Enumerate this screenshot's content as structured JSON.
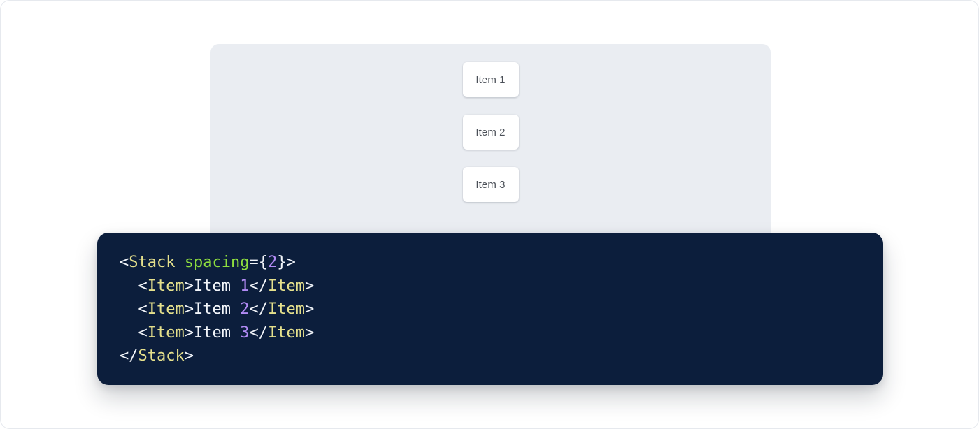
{
  "preview": {
    "panel_background": "#eaedf2",
    "items": [
      {
        "label": "Item 1"
      },
      {
        "label": "Item 2"
      },
      {
        "label": "Item 3"
      }
    ]
  },
  "code_panel": {
    "background": "#0c1e3c",
    "language": "jsx",
    "colors": {
      "tag": "#e5e08c",
      "attribute": "#8ede3f",
      "number": "#b28bf5",
      "punctuation": "#f2f5fa",
      "text": "#f2f5fa"
    },
    "lines": [
      {
        "indent": "",
        "tokens": [
          {
            "type": "punct",
            "text": "<"
          },
          {
            "type": "tag",
            "text": "Stack"
          },
          {
            "type": "text",
            "text": " "
          },
          {
            "type": "attr",
            "text": "spacing"
          },
          {
            "type": "punct",
            "text": "={"
          },
          {
            "type": "num",
            "text": "2"
          },
          {
            "type": "punct",
            "text": "}>"
          }
        ]
      },
      {
        "indent": "  ",
        "tokens": [
          {
            "type": "punct",
            "text": "<"
          },
          {
            "type": "tag",
            "text": "Item"
          },
          {
            "type": "punct",
            "text": ">"
          },
          {
            "type": "text",
            "text": "Item "
          },
          {
            "type": "num",
            "text": "1"
          },
          {
            "type": "punct",
            "text": "</"
          },
          {
            "type": "tag",
            "text": "Item"
          },
          {
            "type": "punct",
            "text": ">"
          }
        ]
      },
      {
        "indent": "  ",
        "tokens": [
          {
            "type": "punct",
            "text": "<"
          },
          {
            "type": "tag",
            "text": "Item"
          },
          {
            "type": "punct",
            "text": ">"
          },
          {
            "type": "text",
            "text": "Item "
          },
          {
            "type": "num",
            "text": "2"
          },
          {
            "type": "punct",
            "text": "</"
          },
          {
            "type": "tag",
            "text": "Item"
          },
          {
            "type": "punct",
            "text": ">"
          }
        ]
      },
      {
        "indent": "  ",
        "tokens": [
          {
            "type": "punct",
            "text": "<"
          },
          {
            "type": "tag",
            "text": "Item"
          },
          {
            "type": "punct",
            "text": ">"
          },
          {
            "type": "text",
            "text": "Item "
          },
          {
            "type": "num",
            "text": "3"
          },
          {
            "type": "punct",
            "text": "</"
          },
          {
            "type": "tag",
            "text": "Item"
          },
          {
            "type": "punct",
            "text": ">"
          }
        ]
      },
      {
        "indent": "",
        "tokens": [
          {
            "type": "punct",
            "text": "</"
          },
          {
            "type": "tag",
            "text": "Stack"
          },
          {
            "type": "punct",
            "text": ">"
          }
        ]
      }
    ]
  }
}
